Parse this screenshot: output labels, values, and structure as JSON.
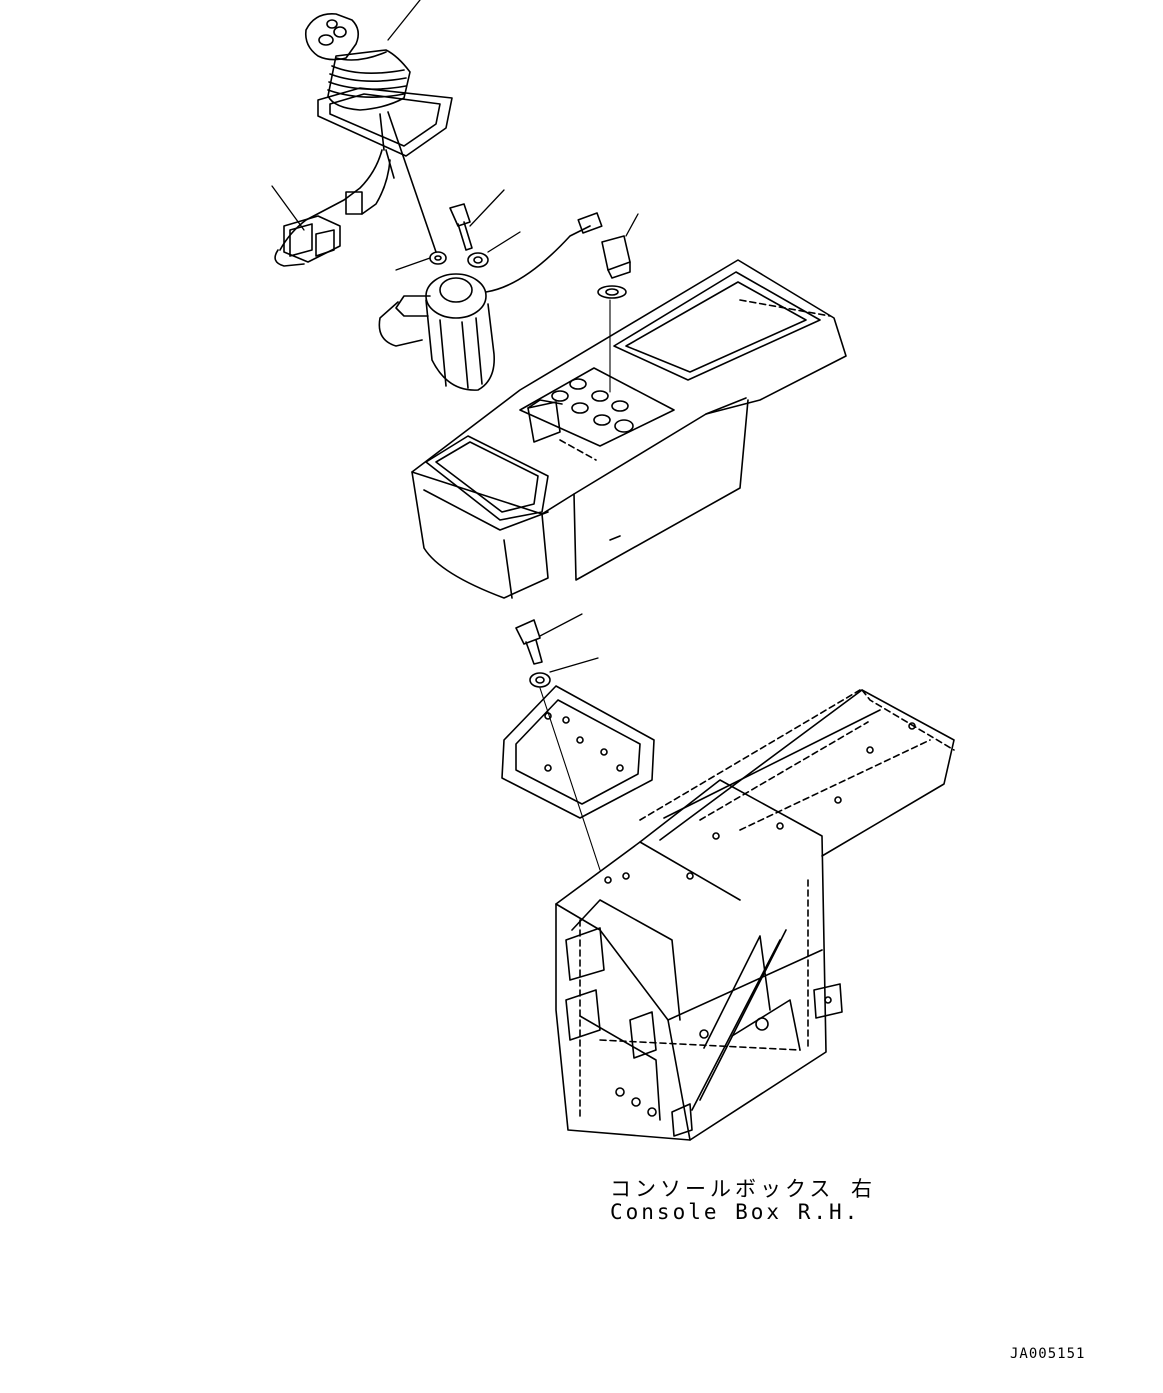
{
  "caption": {
    "japanese": "コンソールボックス 右",
    "english": "Console Box R.H."
  },
  "document_code": "JA005151"
}
